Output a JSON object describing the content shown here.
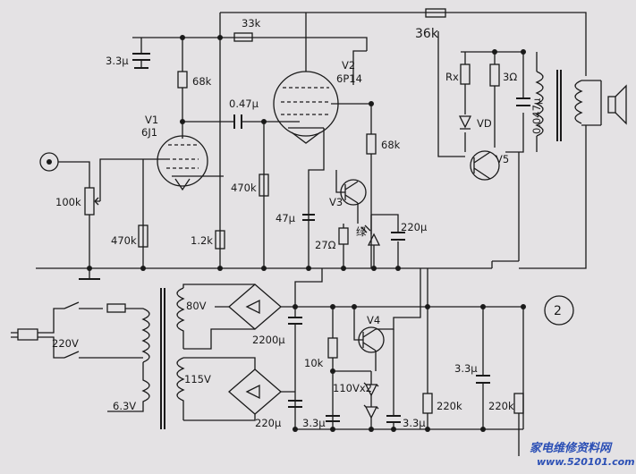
{
  "labels": {
    "r33k": "33k",
    "r36k": "36k",
    "c3u3_top": "3.3μ",
    "r68k_v1": "68k",
    "c047": "0.47μ",
    "v1_name": "V1",
    "v1_type": "6J1",
    "v2_name": "V2",
    "v2_type": "6P14",
    "rx": "Rx",
    "r3ohm": "3Ω",
    "vd": "VD",
    "c0047": "0.047μ",
    "v5": "V5",
    "r68k_v2": "68k",
    "pot100k": "100k",
    "r470k_left": "470k",
    "r470k_mid": "470k",
    "r1k2": "1.2k",
    "v3": "V3",
    "c47u": "47μ",
    "r27": "27Ω",
    "green": "绿",
    "c220u_top": "220μ",
    "mains": "220V",
    "fil": "6.3V",
    "sec80": "80V",
    "sec115": "115V",
    "c2200": "2200μ",
    "r10k": "10k",
    "v4": "V4",
    "zener": "110Vx2",
    "c220u_bot": "220μ",
    "c3u3_b1": "3.3μ",
    "c3u3_b2": "3.3μ",
    "r220k_a": "220k",
    "c3u3_right": "3.3μ",
    "r220k_b": "220k",
    "fig_no": "2",
    "watermark": "家电维修资料网",
    "watermark_url": "www.520101.com"
  }
}
